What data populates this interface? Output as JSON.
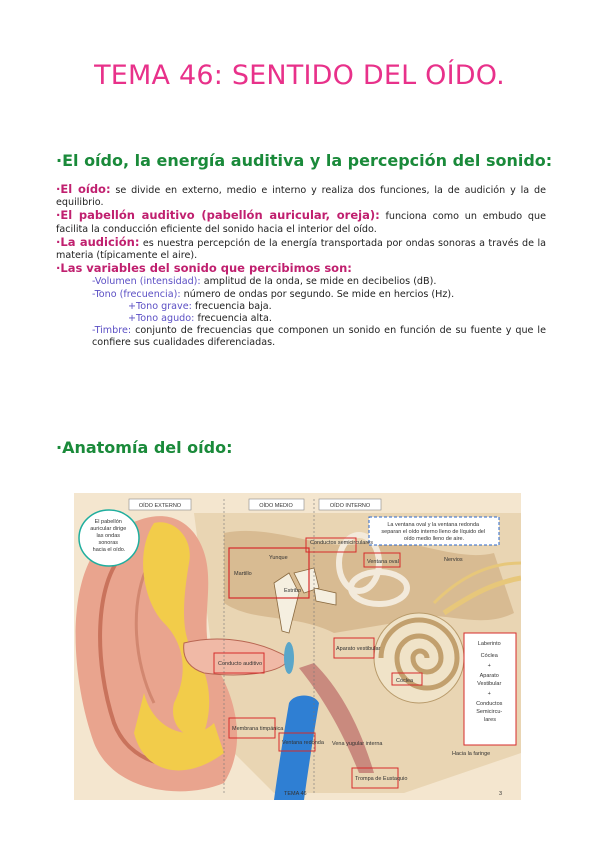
{
  "title": "TEMA 46: SENTIDO DEL OÍDO.",
  "section1_heading": "·El oído, la energía auditiva y la percepción del sonido:",
  "paragraphs": {
    "oido_term": "·El oído:",
    "oido_text": " se divide en externo, medio e interno y realiza dos funciones, la de audición y la de equilibrio.",
    "pabellon_term": "·El pabellón auditivo (pabellón auricular, oreja):",
    "pabellon_text": " funciona como un embudo que facilita la conducción eficiente del sonido hacia el interior del oído.",
    "audicion_term": "·La audición:",
    "audicion_text": " es nuestra percepción de la energía transportada por ondas sonoras a través de la materia (típicamente el aire).",
    "variables_term": "·Las variables del sonido que percibimos son:"
  },
  "variables": {
    "volumen_term": "-Volumen (intensidad):",
    "volumen_text": " amplitud de la onda, se mide en decibelios (dB).",
    "tono_term": "-Tono (frecuencia):",
    "tono_text": " número de ondas por segundo. Se mide en hercios (Hz).",
    "grave_term": "+Tono grave:",
    "grave_text": " frecuencia baja.",
    "agudo_term": "+Tono agudo:",
    "agudo_text": " frecuencia alta.",
    "timbre_term": "-Timbre:",
    "timbre_text": " conjunto de frecuencias que componen un sonido en función de su fuente y que le confiere sus cualidades diferenciadas."
  },
  "section2_heading": "·Anatomía del oído:",
  "figure": {
    "zones": [
      "OÍDO EXTERNO",
      "OÍDO MEDIO",
      "OÍDO INTERNO"
    ],
    "callout_pabellon": [
      "El pabellón",
      "auricular dirige",
      "las ondas",
      "sonoras",
      "hacia el oído."
    ],
    "callout_ventana": [
      "La ventana oval y la ventana redonda",
      "separan el oído interno lleno de líquido del",
      "oído medio lleno de aire."
    ],
    "labels": {
      "yunque": "Yunque",
      "martillo": "Martillo",
      "estribo": "Estribo",
      "conductos": "Conductos semicirculares",
      "ventana_oval": "Ventana oval",
      "nervios": "Nervios",
      "conducto_auditivo": "Conducto auditivo",
      "aparato_vestibular": "Aparato vestibular",
      "coclea": "Cóclea",
      "membrana": "Membrana timpánica",
      "ventana_redonda": "Ventana redonda",
      "vena_yugular": "Vena yugular interna",
      "trompa": "Trompa de Eustaquio",
      "faringe": "Hacia la faringe"
    },
    "laberinto_box": [
      "Laberinto",
      "Cóclea",
      "+",
      "Aparato",
      "Vestibular",
      "+",
      "Conductos",
      "Semicircu-",
      "lares"
    ],
    "footer_left": "TEMA 46",
    "page_number": "3"
  },
  "colors": {
    "title": "#e8318a",
    "heading": "#1a8a3a",
    "keyword": "#c0206f",
    "subterm": "#5b4fc4"
  }
}
